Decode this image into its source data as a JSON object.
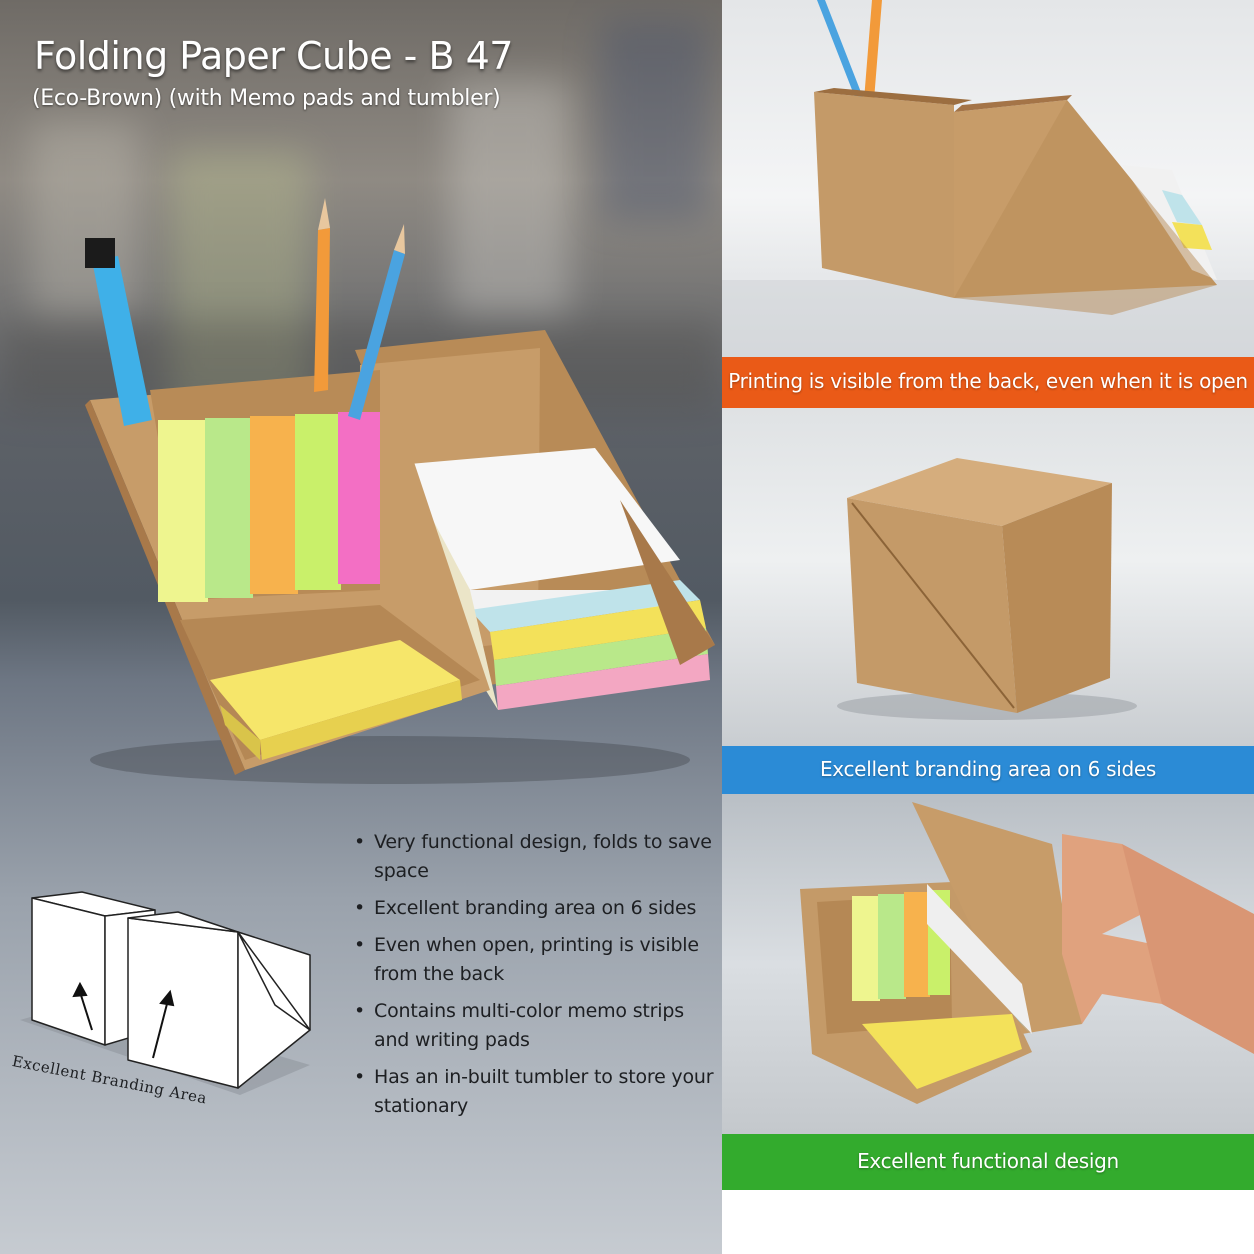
{
  "product": {
    "title": "Folding Paper Cube - B 47",
    "subtitle": "(Eco-Brown) (with Memo pads and tumbler)"
  },
  "features": [
    "Very functional design, folds to save space",
    "Excellent branding area on 6 sides",
    "Even when open, printing is visible from the back",
    "Contains multi-color memo strips and writing pads",
    "Has an in-built tumbler to store your stationary"
  ],
  "bullet_glyph": "•",
  "diagram": {
    "label": "Excellent Branding Area"
  },
  "panels": [
    {
      "caption": "Printing is visible from the back, even when it is open",
      "color": "#ea5a17"
    },
    {
      "caption": "Excellent branding area on 6 sides",
      "color": "#2b8bd6"
    },
    {
      "caption": "Excellent functional design",
      "color": "#33ab2d"
    }
  ],
  "colors": {
    "kraft": "#c49a68",
    "memo_yellow": "#f3e15a",
    "memo_green": "#b9e88a",
    "memo_blue": "#bfe3ea",
    "memo_pink": "#f3a7c2",
    "strip_orange": "#f7b24d",
    "strip_magenta": "#f36fc4"
  }
}
